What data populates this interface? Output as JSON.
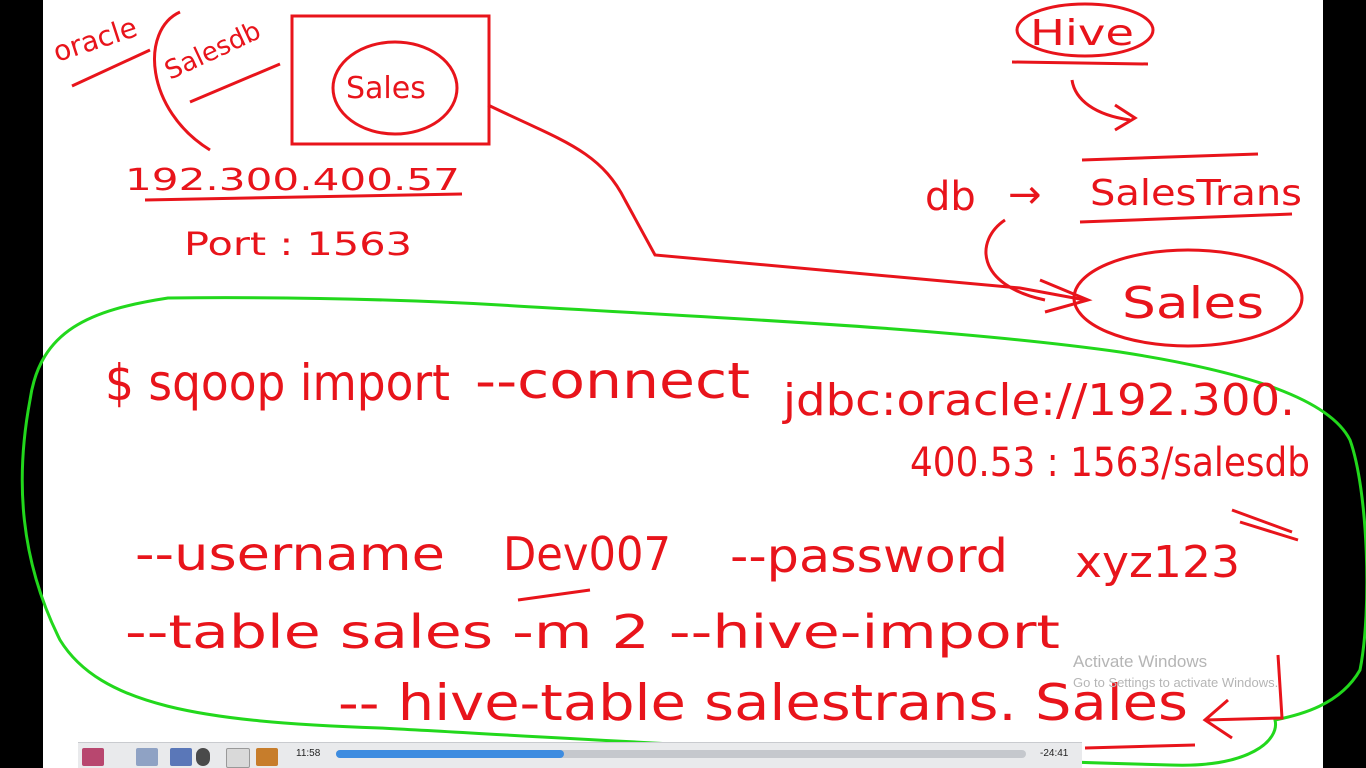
{
  "whiteboard": {
    "colors": {
      "ink": "#e8141b",
      "highlight": "#22d81c",
      "background": "#ffffff"
    },
    "source": {
      "db_type": "oracle",
      "db_name": "Salesdb",
      "table": "Sales",
      "ip": "192.300.400.57",
      "port": "Port : 1563"
    },
    "target": {
      "system": "Hive",
      "db_label": "db",
      "arrow": "→",
      "db_name": "SalesTrans",
      "table": "Sales"
    },
    "command": {
      "line1_cmd": "$ sqoop import",
      "line1_connect": "--connect",
      "line1_jdbc": "jdbc:oracle://192.300.",
      "line2": "400.53 : 1563/salesdb",
      "line3_username_flag": "--username",
      "line3_username": "Dev007",
      "line3_password_flag": "--password",
      "line3_password": "xyz123",
      "line4": "--table sales -m 2 --hive-import",
      "line5": "-- hive-table  salestrans. Sales"
    }
  },
  "watermark": {
    "title": "Activate Windows",
    "subtitle": "Go to Settings to activate Windows."
  },
  "player": {
    "elapsed": "11:58",
    "remaining": "-24:41",
    "progress": 0.33,
    "tool_icons": [
      "board-icon",
      "clipboard-icon",
      "pen-icon",
      "dot-icon",
      "page-icon",
      "marker-icon"
    ]
  }
}
